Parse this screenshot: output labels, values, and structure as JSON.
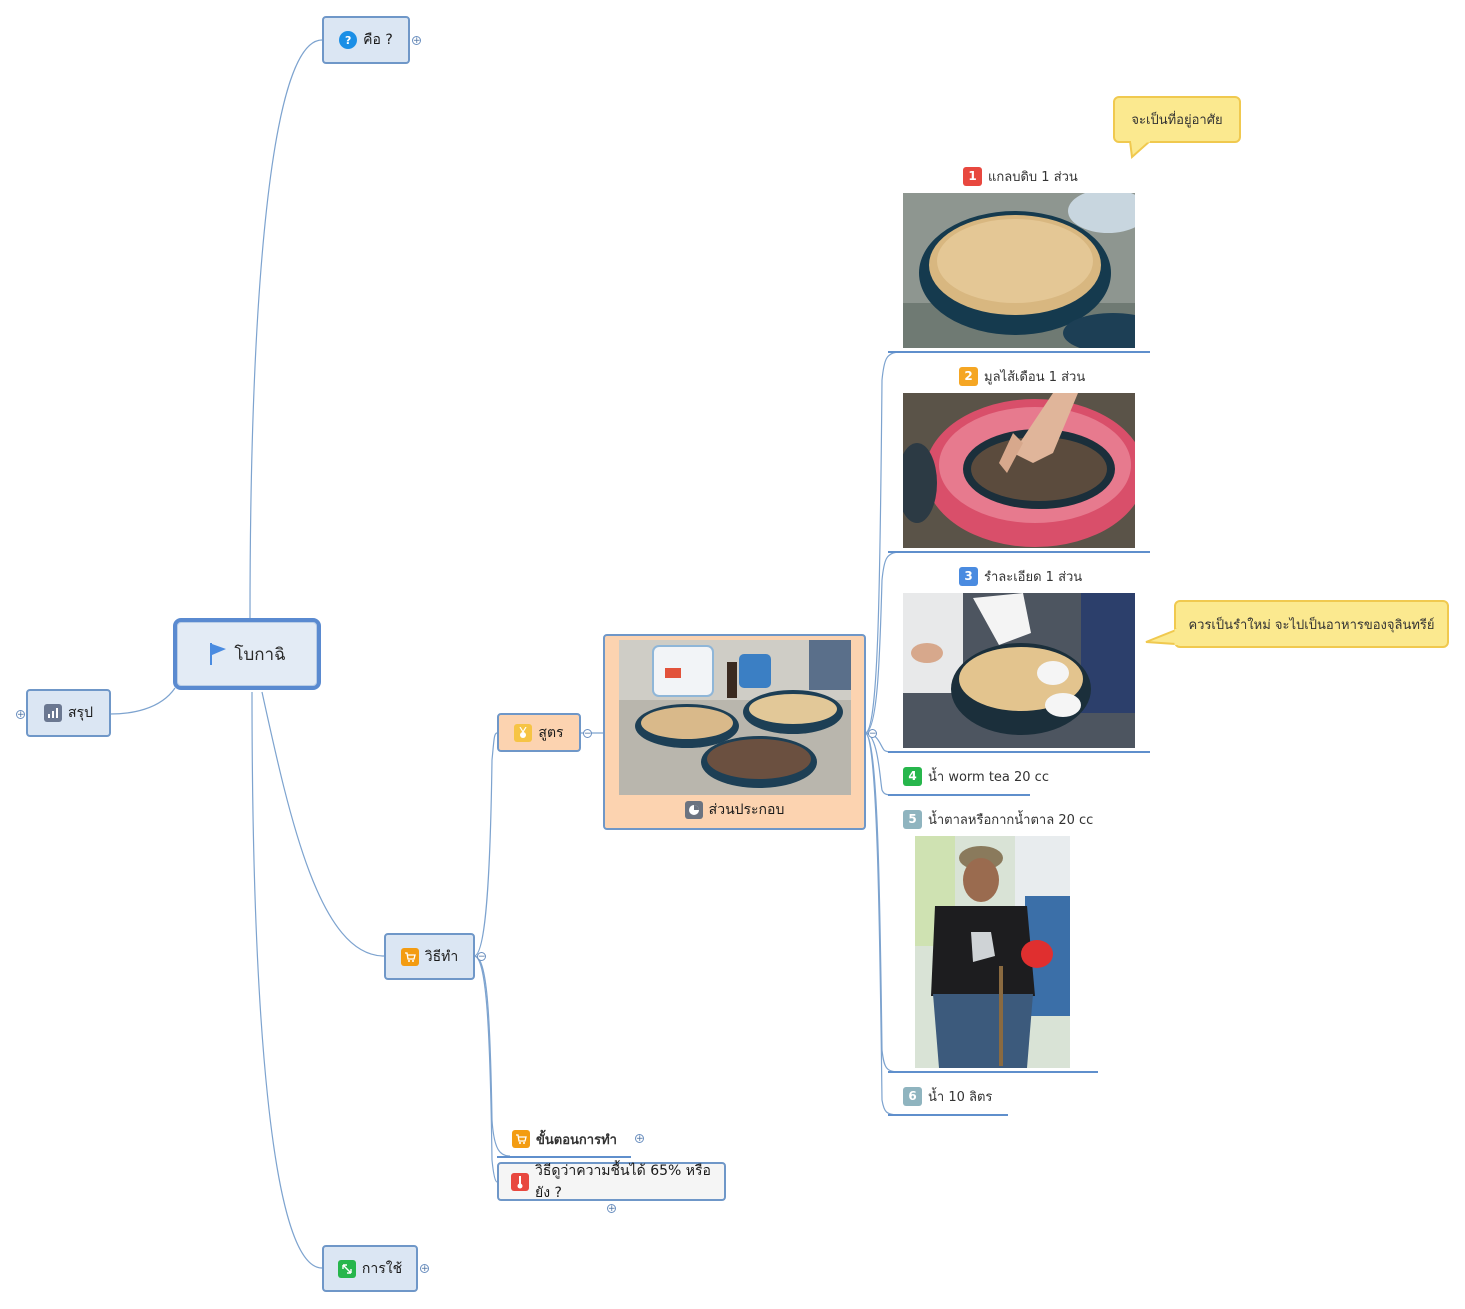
{
  "root": {
    "label": "โบกาฉิ",
    "icon": "flag-icon"
  },
  "left": {
    "label": "สรุป",
    "icon": "bar-chart-icon"
  },
  "branches": {
    "what": {
      "label": "คือ ?",
      "icon": "question-icon"
    },
    "method": {
      "label": "วิธีทำ",
      "icon": "cart-icon"
    },
    "usage": {
      "label": "การใช้",
      "icon": "resize-icon"
    }
  },
  "method_children": {
    "formula": {
      "label": "สูตร",
      "icon": "medal-icon"
    },
    "components": {
      "label": "ส่วนประกอบ",
      "icon": "pie-icon"
    },
    "steps": {
      "label": "ขั้นตอนการทำ",
      "icon": "cart-icon"
    },
    "moisture": {
      "label": "วิธีดูว่าความชื้นได้ 65% หรือยัง ?",
      "icon": "thermometer-icon"
    }
  },
  "ingredients": [
    {
      "num": "1",
      "label": "แกลบดิบ 1 ส่วน",
      "color": "#e8483f"
    },
    {
      "num": "2",
      "label": "มูลไส้เดือน 1 ส่วน",
      "color": "#f5a623"
    },
    {
      "num": "3",
      "label": "รำละเอียด 1 ส่วน",
      "color": "#4a8be0"
    },
    {
      "num": "4",
      "label": "น้ำ worm tea 20 cc",
      "color": "#27b64c"
    },
    {
      "num": "5",
      "label": "น้ำตาลหรือกากน้ำตาล 20 cc",
      "color": "#8fb4bf"
    },
    {
      "num": "6",
      "label": "น้ำ 10 ลิตร",
      "color": "#8fb4bf"
    }
  ],
  "callouts": {
    "habitat": "จะเป็นที่อยู่อาศัย",
    "bran": "ควรเป็นรำใหม่ จะไปเป็นอาหารของจุลินทรีย์"
  },
  "colors": {
    "node_fill": "#dbe6f3",
    "node_border": "#6f97c8",
    "accent_orange": "#fcd3b0",
    "callout": "#fbe98f"
  }
}
